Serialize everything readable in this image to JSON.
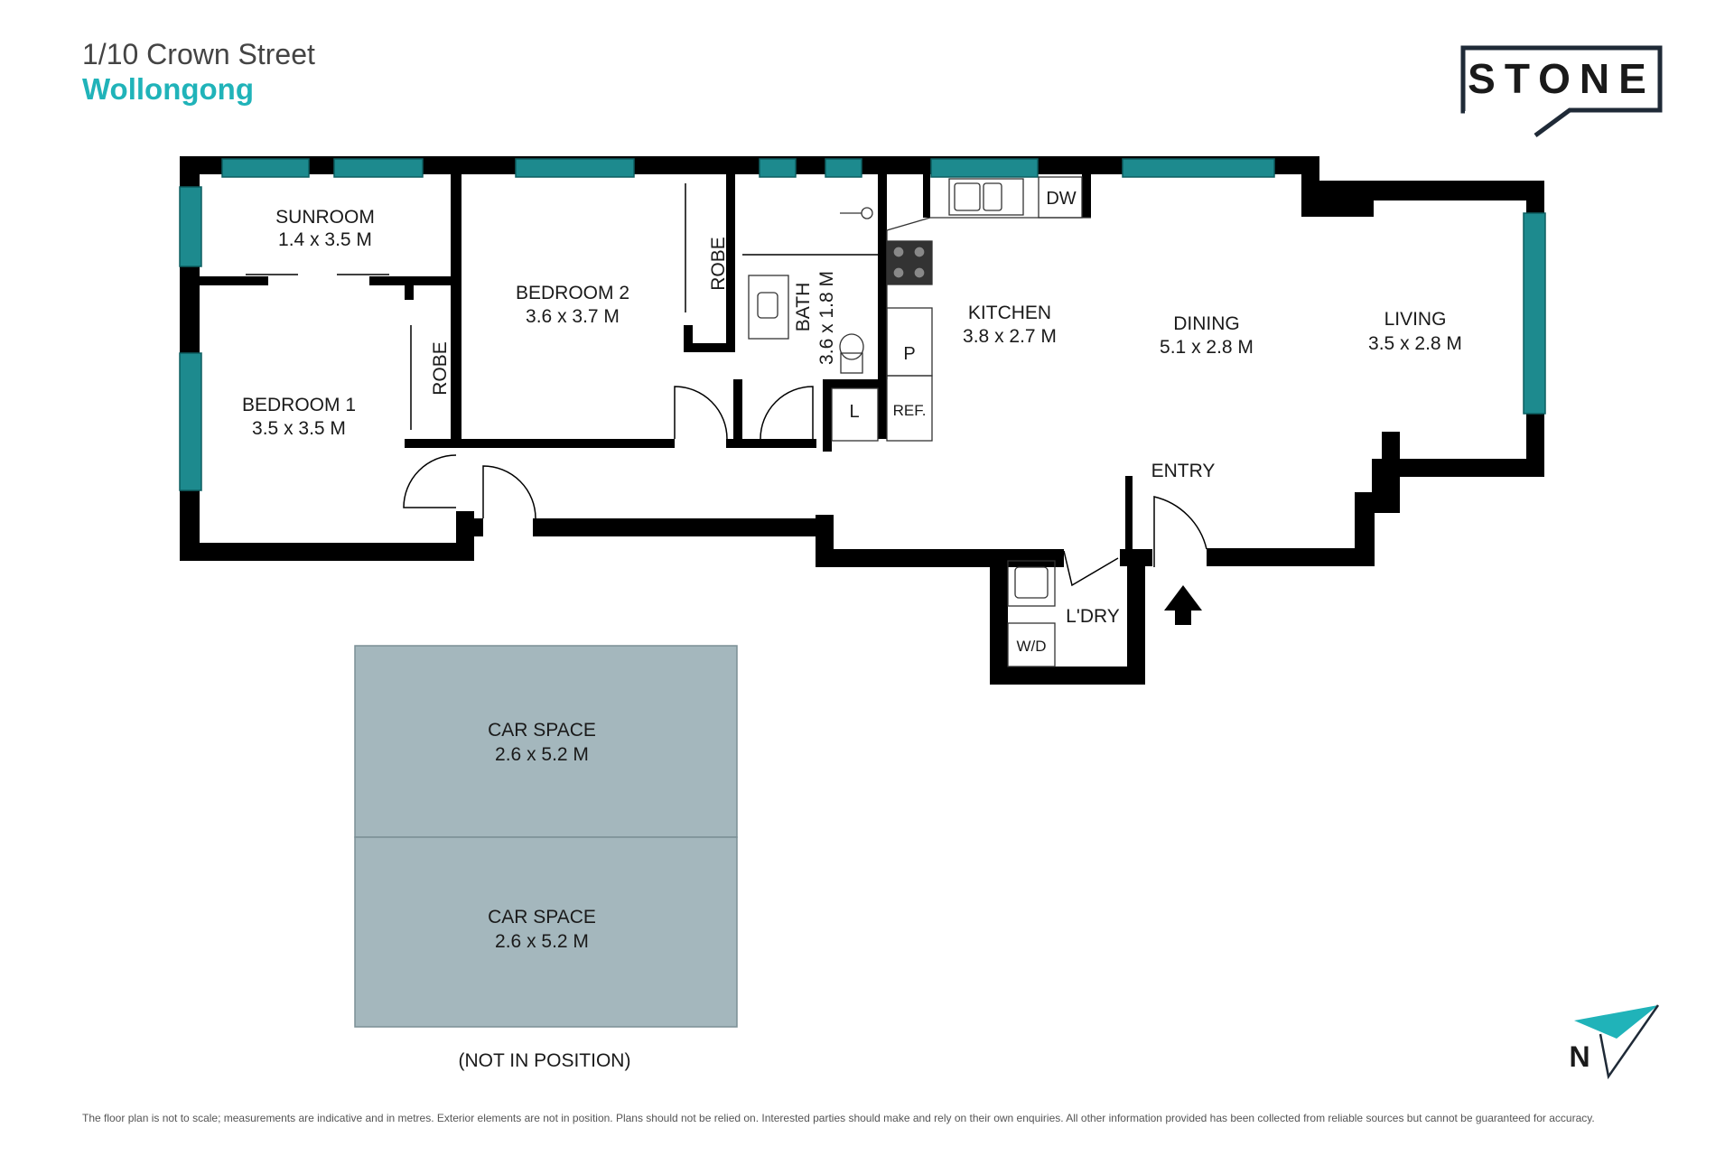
{
  "header": {
    "address": "1/10 Crown Street",
    "suburb": "Wollongong"
  },
  "brand": {
    "logo_text": "STONE",
    "accent_color": "#20b3b9"
  },
  "rooms": {
    "sunroom": {
      "name": "SUNROOM",
      "size": "1.4 x 3.5 M"
    },
    "bedroom2": {
      "name": "BEDROOM 2",
      "size": "3.6 x 3.7 M"
    },
    "bedroom1": {
      "name": "BEDROOM 1",
      "size": "3.5 x 3.5 M"
    },
    "bath": {
      "name": "BATH",
      "size": "3.6 x 1.8 M"
    },
    "kitchen": {
      "name": "KITCHEN",
      "size": "3.8 x 2.7 M"
    },
    "dining": {
      "name": "DINING",
      "size": "5.1 x 2.8 M"
    },
    "living": {
      "name": "LIVING",
      "size": "3.5 x 2.8 M"
    },
    "robe1": "ROBE",
    "robe2": "ROBE",
    "laundry": "L'DRY",
    "entry": "ENTRY"
  },
  "fixtures": {
    "dishwasher": "DW",
    "pantry": "P",
    "linen": "L",
    "fridge": "REF.",
    "washer_dryer": "W/D"
  },
  "car_spaces": [
    {
      "name": "CAR SPACE",
      "size": "2.6 x 5.2 M"
    },
    {
      "name": "CAR SPACE",
      "size": "2.6 x 5.2 M"
    }
  ],
  "car_note": "(NOT IN POSITION)",
  "compass": {
    "label": "N"
  },
  "disclaimer": "The floor plan is not to scale; measurements are indicative and in metres. Exterior elements are not in position. Plans should not be relied on. Interested parties should make and rely on their own enquiries. All other information provided has been collected from reliable sources but cannot be guaranteed for accuracy.",
  "colors": {
    "wall": "#000000",
    "window": "#1d8a8e",
    "car_space": "#a4b7bd"
  }
}
